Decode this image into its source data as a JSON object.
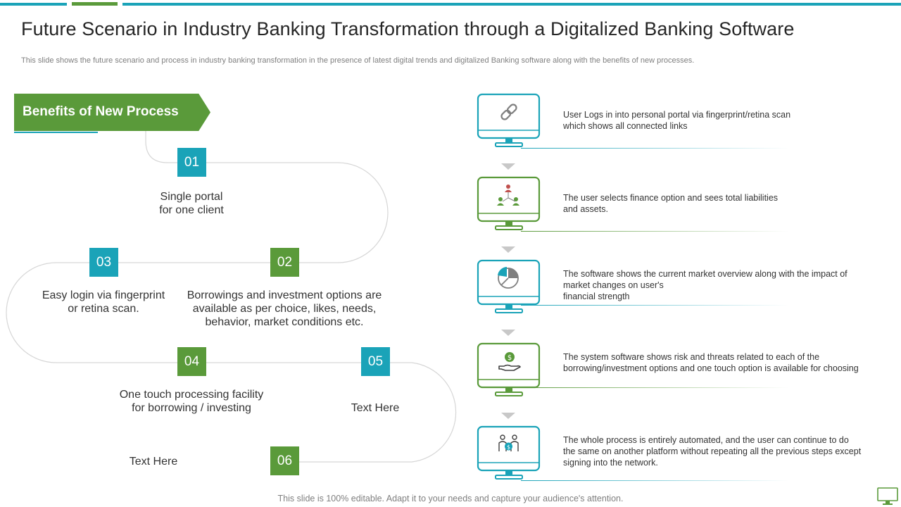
{
  "colors": {
    "teal": "#1aa3b8",
    "green": "#5a9a3a",
    "path_line": "#d6d6d6",
    "arrow": "#c8c8c8"
  },
  "header": {
    "title": "Future Scenario in Industry Banking Transformation through a Digitalized Banking Software",
    "subtitle": "This slide shows the future scenario and process in industry banking transformation in the presence of latest digital trends and digitalized Banking software along with the benefits of new processes."
  },
  "benefits": {
    "heading": "Benefits of New Process",
    "steps": [
      {
        "num": "01",
        "text": "Single portal\nfor one client",
        "color": "teal"
      },
      {
        "num": "02",
        "text": "Borrowings and investment  options are\navailable as per choice, likes, needs,\nbehavior, market conditions etc.",
        "color": "green"
      },
      {
        "num": "03",
        "text": "Easy login via fingerprint\nor retina scan.",
        "color": "teal"
      },
      {
        "num": "04",
        "text": "One touch processing facility\nfor borrowing / investing",
        "color": "green"
      },
      {
        "num": "05",
        "text": "Text Here",
        "color": "teal"
      },
      {
        "num": "06",
        "text": "Text Here",
        "color": "green"
      }
    ]
  },
  "flow": [
    {
      "icon": "chain-link-icon",
      "color": "teal",
      "text": "User Logs in into personal  portal via  fingerprint/retina  scan\nwhich shows all connected links"
    },
    {
      "icon": "people-network-icon",
      "color": "green",
      "text": "The user selects finance option and sees total liabilities\nand assets."
    },
    {
      "icon": "pie-chart-icon",
      "color": "teal",
      "text": "The software  shows the current market overview  along with the impact of\nmarket changes on user's\nfinancial strength"
    },
    {
      "icon": "dollar-hand-icon",
      "color": "green",
      "text": "The system software  shows risk and threats related to each of the\nborrowing/investment  options and one touch option is available  for choosing"
    },
    {
      "icon": "people-dollar-icon",
      "color": "teal",
      "text": "The whole  process is entirely automated, and the user can continue to do\nthe same on another  platform without repeating  all the previous  steps except\nsigning into the network."
    }
  ],
  "footer": {
    "text": "This slide is 100% editable. Adapt it to your needs and capture your audience's attention."
  }
}
